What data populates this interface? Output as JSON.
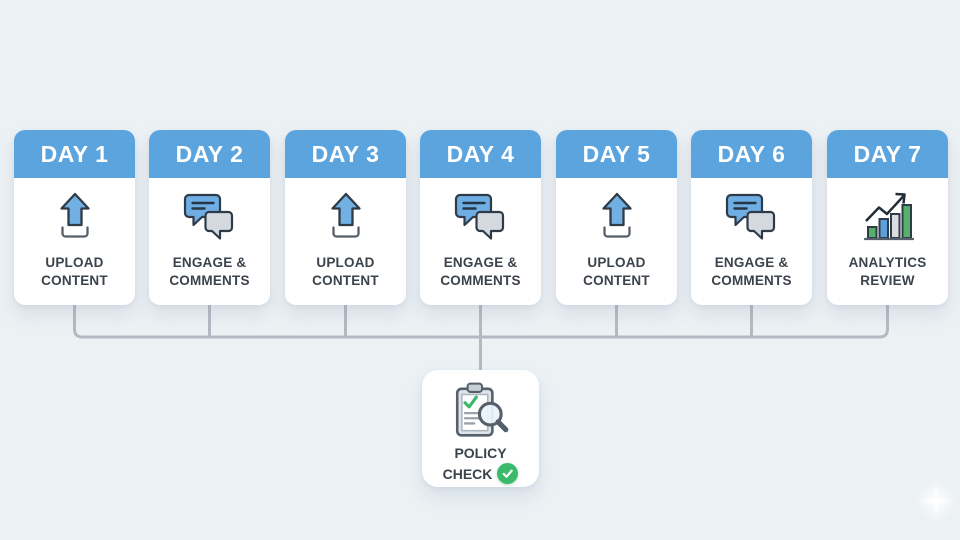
{
  "page": {
    "background_color": "#ECF1F4",
    "header_blue": "#5CA4DE",
    "card_text_color": "#3B434C",
    "connector_color": "#B4BAC2",
    "check_green": "#3CBA6C"
  },
  "days": [
    {
      "title": "DAY 1",
      "task": "UPLOAD CONTENT",
      "icon": "upload-icon"
    },
    {
      "title": "DAY 2",
      "task": "ENGAGE & COMMENTS",
      "icon": "comments-icon"
    },
    {
      "title": "DAY 3",
      "task": "UPLOAD CONTENT",
      "icon": "upload-icon"
    },
    {
      "title": "DAY 4",
      "task": "ENGAGE & COMMENTS",
      "icon": "comments-icon"
    },
    {
      "title": "DAY 5",
      "task": "UPLOAD CONTENT",
      "icon": "upload-icon"
    },
    {
      "title": "DAY 6",
      "task": "ENGAGE & COMMENTS",
      "icon": "comments-icon"
    },
    {
      "title": "DAY 7",
      "task": "ANALYTICS REVIEW",
      "icon": "analytics-icon"
    }
  ],
  "policy_node": {
    "label_line1": "POLICY",
    "label_line2": "CHECK",
    "icon": "policy-check-icon",
    "badge_icon": "check-badge-icon"
  }
}
